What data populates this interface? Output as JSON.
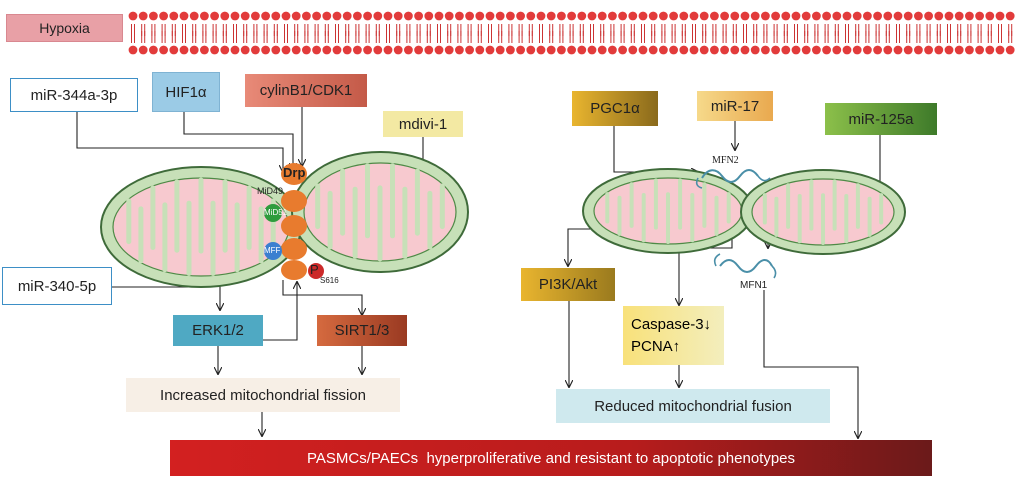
{
  "hypoxia_label": "Hypoxia",
  "left": {
    "mir344": "miR-344a-3p",
    "hif1a": "HIF1α",
    "cyclin": "cylinB1/CDK1",
    "mdivi": "mdivi-1",
    "mir340": "miR-340-5p",
    "drp": "Drp",
    "mid49": "MiD49",
    "mid51": "MiD51",
    "mff": "MFF",
    "p_label": "P",
    "p_site": "S616",
    "erk": "ERK1/2",
    "sirt": "SIRT1/3",
    "fission": "Increased mitochondrial fission"
  },
  "right": {
    "pgc1a": "PGC1α",
    "mir17": "miR-17",
    "mir125": "miR-125a",
    "mfn2": "MFN2",
    "mfn1": "MFN1",
    "pi3k": "PI3K/Akt",
    "caspase": "Caspase-3↓",
    "pcna": "PCNA↑",
    "fusion": "Reduced mitochondrial fusion"
  },
  "outcome": "PASMCs/PAECs  hyperproliferative and resistant to apoptotic phenotypes",
  "colors": {
    "hypoxia_box": "#e8a0a6",
    "membrane_head": "#e23b3b",
    "mito_outer": "#c7e0b8",
    "mito_stroke": "#3f6b3a",
    "mito_inner": "#f7c9cf",
    "drp_orange": "#e87b2e",
    "outcome_start": "#d32020",
    "outcome_end": "#6b1a1a"
  }
}
